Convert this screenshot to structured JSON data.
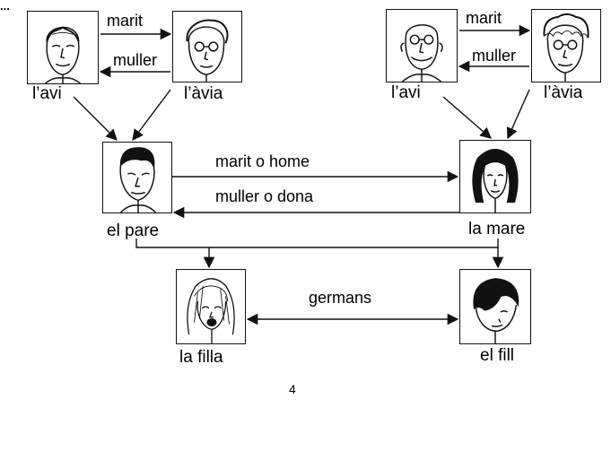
{
  "corner_text": "...",
  "people": {
    "avi_left": "l’avi",
    "avia_left": "l’àvia",
    "avi_right": "l’avi",
    "avia_right": "l’àvia",
    "pare": "el pare",
    "mare": "la mare",
    "filla": "la filla",
    "fill": "el fill"
  },
  "relations": {
    "marit_left": "marit",
    "muller_left": "muller",
    "marit_right": "marit",
    "muller_right": "muller",
    "marit_o_home": "marit  o  home",
    "muller_o_dona": "muller  o  dona",
    "germans": "germans"
  },
  "page_number": "4",
  "icons": [
    "old-man-face-icon",
    "old-woman-face-icon",
    "man-face-icon",
    "woman-face-icon",
    "girl-face-icon",
    "boy-face-icon"
  ]
}
